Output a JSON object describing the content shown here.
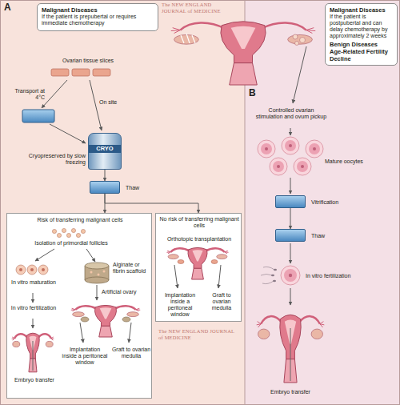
{
  "diagram": {
    "nodes": [
      {
        "text": [
          "A"
        ]
      },
      {
        "text": [
          "Malignant Diseases",
          "If the patient is prepubertal or requires immediate chemotherapy"
        ],
        "in": 0
      },
      {
        "text": [
          "CRYO",
          "Cryopreserved by slow freezing"
        ],
        "in": 0
      },
      {
        "text": [
          "Thaw"
        ],
        "in": 0
      },
      {
        "text": [
          "Risk of transferring malignant cells",
          "Isolation of primordial follicles",
          "In vitro maturation",
          "Alginate or fibrin scaffold",
          "In vitro fertilization",
          "Artificial ovary",
          "Implantation inside a peritoneal window",
          "Graft to ovarian medulla",
          "Embryo transfer"
        ],
        "in": 0
      },
      {
        "text": [
          "No risk of transferring malignant cells",
          "Orthotopic transplantation",
          "Implantation inside a peritoneal window",
          "Graft to ovarian medulla"
        ],
        "in": 0
      },
      {
        "text": [
          "B"
        ]
      },
      {
        "text": [
          "Malignant Diseases",
          "If the patient is postpubertal and can delay chemotherapy by approximately 2 weeks",
          "Benign Diseases",
          "Age-Related Fertility Decline"
        ],
        "in": 6
      },
      {
        "text": [
          "Vitrification"
        ],
        "in": 6
      },
      {
        "text": [
          "Thaw"
        ],
        "in": 6
      }
    ],
    "edges": [
      {
        "from": 2,
        "to": 3,
        "arrow": "to"
      },
      {
        "from": 3,
        "to": 4,
        "arrow": "to"
      },
      {
        "from": 3,
        "to": 5,
        "arrow": "to"
      },
      {
        "from": 8,
        "to": 9,
        "arrow": "to"
      }
    ],
    "labels": [
      "The NEW ENGLAND JOURNAL of MEDICINE",
      "The NEW ENGLAND JOURNAL of MEDICINE",
      "Ovarian tissue slices",
      "Transport at 4°C",
      "On site",
      "Controlled ovarian stimulation and ovum pickup",
      "Mature oocytes",
      "In vitro fertilization",
      "Embryo transfer"
    ]
  }
}
